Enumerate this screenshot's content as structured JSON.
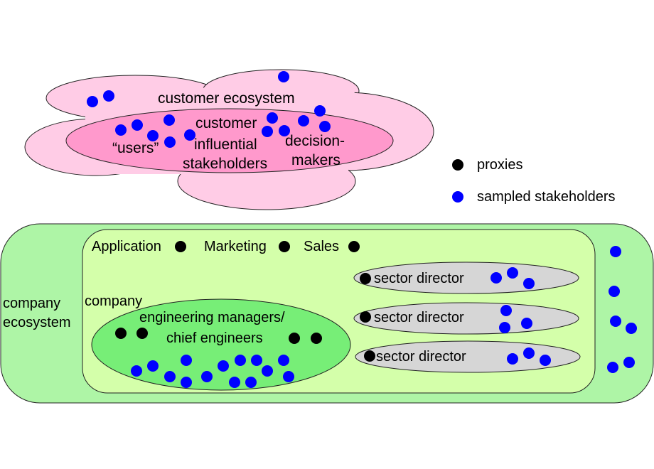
{
  "colors": {
    "cloud_fill": "#ffcce6",
    "influential_fill": "#ff99cc",
    "company_ecosystem_fill": "#aef5a6",
    "company_fill": "#d4ffaa",
    "engineering_fill": "#77ee77",
    "sector_fill": "#d6d6d6",
    "proxy_dot": "#000000",
    "stakeholder_dot": "#0000ff"
  },
  "labels": {
    "customer_ecosystem": "customer ecosystem",
    "customer_influential_line1": "customer",
    "customer_influential_line2": "influential",
    "customer_influential_line3": "stakeholders",
    "users": "“users”",
    "decision_makers_line1": "decision-",
    "decision_makers_line2": "makers",
    "legend_proxies": "proxies",
    "legend_sampled": "sampled stakeholders",
    "company_ecosystem_line1": "company",
    "company_ecosystem_line2": "ecosystem",
    "company": "company",
    "application": "Application",
    "marketing": "Marketing",
    "sales": "Sales",
    "engineering_line1": "engineering managers/",
    "engineering_line2": "chief engineers",
    "sector_director_1": "sector director",
    "sector_director_2": "sector director",
    "sector_director_3": "sector director"
  }
}
